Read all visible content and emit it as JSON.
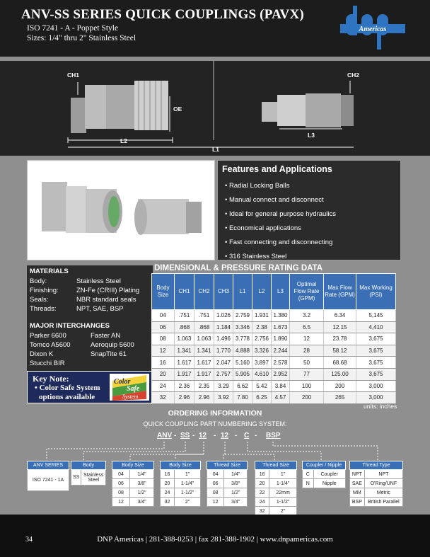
{
  "header": {
    "title": "ANV-SS SERIES QUICK COUPLINGS (PAVX)",
    "subtitle1": "ISO 7241 - A - Poppet Style",
    "subtitle2": "Sizes: 1/4\" thru 2\" Stainless Steel",
    "logo_text": "Americas"
  },
  "diagram": {
    "ch1": "CH1",
    "ch2": "CH2",
    "oe": "OE",
    "l1": "L1",
    "l2": "L2",
    "l3": "L3"
  },
  "features": {
    "title": "Features and Applications",
    "items": [
      "• Radial Locking Balls",
      "• Manual connect and disconnect",
      "• Ideal for general purpose hydraulics",
      "• Economical applications",
      "• Fast connecting and disconnecting",
      "• 316 Stainless Steel"
    ]
  },
  "materials": {
    "title": "MATERIALS",
    "rows": [
      {
        "k": "Body:",
        "v": "Stainless Steel"
      },
      {
        "k": "Finishing:",
        "v": "ZN-Fe (CRIII) Plating"
      },
      {
        "k": "Seals:",
        "v": "NBR standard seals"
      },
      {
        "k": "Threads:",
        "v": "NPT, SAE, BSP"
      }
    ]
  },
  "interchanges": {
    "title": "MAJOR INTERCHANGES",
    "rows": [
      {
        "a": "Parker 6600",
        "b": "Faster AN"
      },
      {
        "a": "Tomco A5600",
        "b": "Aeroquip 5600"
      },
      {
        "a": "Dixon K",
        "b": "SnapTite 61"
      },
      {
        "a": "Stucchi BIR",
        "b": ""
      }
    ]
  },
  "keynote": {
    "title": "Key Note:",
    "line1": "• Color Safe System",
    "line2": "options available",
    "badge1": "Color",
    "badge2": "Safe",
    "badge3": "System"
  },
  "dim": {
    "title": "DIMENSIONAL & PRESSURE RATING DATA",
    "headers": [
      "Body Size",
      "CH1",
      "CH2",
      "CH3",
      "L1",
      "L2",
      "L3",
      "Optimal Flow Rate (GPM)",
      "Max Flow Rate (GPM)",
      "Max Working (PSI)"
    ],
    "rows": [
      [
        "04",
        ".751",
        ".751",
        "1.026",
        "2.759",
        "1.931",
        "1.380",
        "3.2",
        "6.34",
        "5,145"
      ],
      [
        "06",
        ".868",
        ".868",
        "1.184",
        "3.346",
        "2.38",
        "1.673",
        "6.5",
        "12.15",
        "4,410"
      ],
      [
        "08",
        "1.063",
        "1.063",
        "1.496",
        "3.778",
        "2.756",
        "1.890",
        "12",
        "23.78",
        "3,675"
      ],
      [
        "12",
        "1.341",
        "1.341",
        "1.770",
        "4.888",
        "3.326",
        "2.244",
        "28",
        "58.12",
        "3,675"
      ],
      [
        "16",
        "1.617",
        "1.617",
        "2.047",
        "5.160",
        "3.897",
        "2.578",
        "50",
        "68.68",
        "3,675"
      ],
      [
        "20",
        "1.917",
        "1.917",
        "2.757",
        "5.905",
        "4.610",
        "2.952",
        "77",
        "125.00",
        "3,675"
      ],
      [
        "24",
        "2.36",
        "2.35",
        "3.29",
        "6.62",
        "5.42",
        "3.84",
        "100",
        "200",
        "3,000"
      ],
      [
        "32",
        "2.96",
        "2.96",
        "3.92",
        "7.80",
        "6.25",
        "4.57",
        "200",
        "265",
        "3,000"
      ]
    ],
    "units": "units: inches"
  },
  "ordering": {
    "title": "ORDERING INFORMATION",
    "subtitle": "QUICK COUPLING PART NUMBERING SYSTEM:",
    "pn_parts": [
      "ANV",
      "SS",
      "12",
      "12",
      "C",
      "BSP"
    ],
    "dash": "-"
  },
  "tables": {
    "series": {
      "title": "ANV SERIES",
      "value": "ISO 7241 - 1A"
    },
    "body": {
      "title": "Body",
      "code": "SS",
      "desc": "Stainless Steel"
    },
    "body_size": {
      "title": "Body Size",
      "rows": [
        [
          "04",
          "1/4\""
        ],
        [
          "06",
          "3/8\""
        ],
        [
          "08",
          "1/2\""
        ],
        [
          "12",
          "3/4\""
        ]
      ]
    },
    "body_size2": {
      "title": "Body Size",
      "rows": [
        [
          "16",
          "1\""
        ],
        [
          "20",
          "1-1/4\""
        ],
        [
          "24",
          "1-1/2\""
        ],
        [
          "32",
          "2\""
        ]
      ]
    },
    "thread_size": {
      "title": "Thread Size",
      "rows": [
        [
          "04",
          "1/4\""
        ],
        [
          "06",
          "3/8\""
        ],
        [
          "08",
          "1/2\""
        ],
        [
          "12",
          "3/4\""
        ]
      ]
    },
    "thread_size2": {
      "title": "Thread Size",
      "rows": [
        [
          "16",
          "1\""
        ],
        [
          "20",
          "1-1/4\""
        ],
        [
          "22",
          "22mm"
        ],
        [
          "24",
          "1-1/2\""
        ],
        [
          "32",
          "2\""
        ]
      ]
    },
    "coupler": {
      "title": "Coupler / Nipple",
      "rows": [
        [
          "C",
          "Coupler"
        ],
        [
          "N",
          "Nipple"
        ]
      ]
    },
    "thread_type": {
      "title": "Thread Type",
      "rows": [
        [
          "NPT",
          "NPT"
        ],
        [
          "SAE",
          "O'Ring/UNF"
        ],
        [
          "MM",
          "Metric"
        ],
        [
          "BSP",
          "British Parallel"
        ]
      ]
    }
  },
  "footer": {
    "page": "34",
    "text": "DNP Americas | 281-388-0253 | fax 281-388-1902 | www.dnpamericas.com"
  },
  "colors": {
    "header_bg": "#1c1c1c",
    "table_blue": "#3a6fb6",
    "logo_blue": "#2f74c0",
    "page_gray": "#8f8f8f"
  }
}
